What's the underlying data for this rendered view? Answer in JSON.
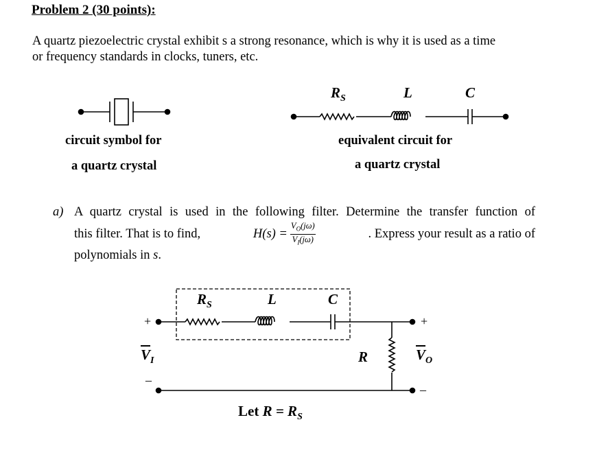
{
  "header": {
    "title": "Problem 2 (30 points):"
  },
  "intro": {
    "line1": "A quartz piezoelectric crystal exhibit s a strong resonance, which is why it is used as a time",
    "line2": "or frequency standards in clocks, tuners, etc."
  },
  "symbol_caption": {
    "line1": "circuit symbol for",
    "line2": "a quartz crystal"
  },
  "equiv": {
    "rs_label": "R",
    "rs_sub": "S",
    "l_label": "L",
    "c_label": "C",
    "caption_line1": "equivalent circuit for",
    "caption_line2": "a quartz crystal"
  },
  "part_a": {
    "marker": "a)",
    "text1": "A quartz crystal is used in the following filter. Determine the transfer function of",
    "text2_pre": "this filter. That is to find,",
    "hs": "H(s) =",
    "frac_num": "V",
    "frac_num_sub": "O",
    "frac_num_arg": "(jω)",
    "frac_den": "V",
    "frac_den_sub": "I",
    "frac_den_arg": "(jω)",
    "text2_post": ". Express your result as a ratio of",
    "text3": "polynomials in",
    "text3_var": "s",
    "text3_end": "."
  },
  "filter": {
    "rs_label": "R",
    "rs_sub": "S",
    "l_label": "L",
    "c_label": "C",
    "r_label": "R",
    "vi_label": "V",
    "vi_sub": "I",
    "vo_label": "V",
    "vo_sub": "O",
    "plus": "+",
    "minus": "–",
    "note_pre": "Let",
    "note_math": "R = R",
    "note_sub": "S"
  }
}
